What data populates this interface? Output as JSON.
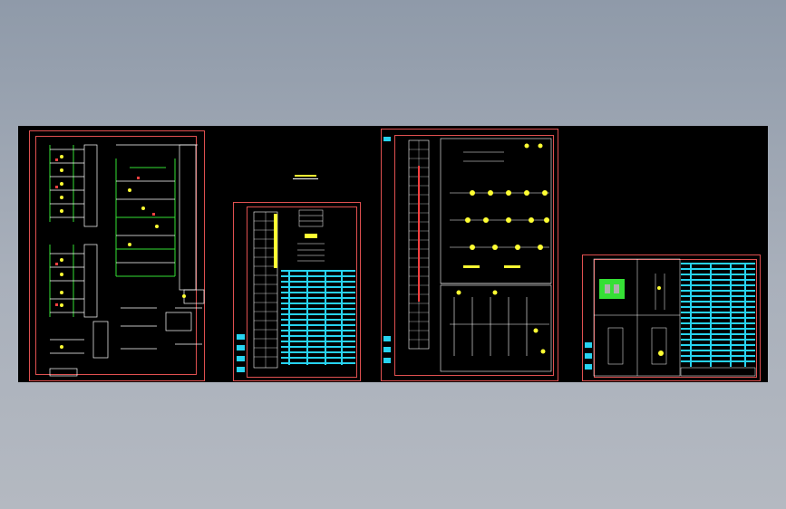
{
  "app": {
    "canvas_background": "#000000",
    "workspace_background": "#9aa3af"
  },
  "colors": {
    "frame": "#e05050",
    "wire": "#ffffff",
    "green": "#35e035",
    "yellow": "#ffff33",
    "cyan": "#27d3f0",
    "red": "#ff4040"
  },
  "sheets": [
    {
      "name": "sheet-1-primary-schematic"
    },
    {
      "name": "sheet-2-table-schedule"
    },
    {
      "name": "sheet-3-secondary-schematic"
    },
    {
      "name": "sheet-4-panel-layout"
    }
  ]
}
